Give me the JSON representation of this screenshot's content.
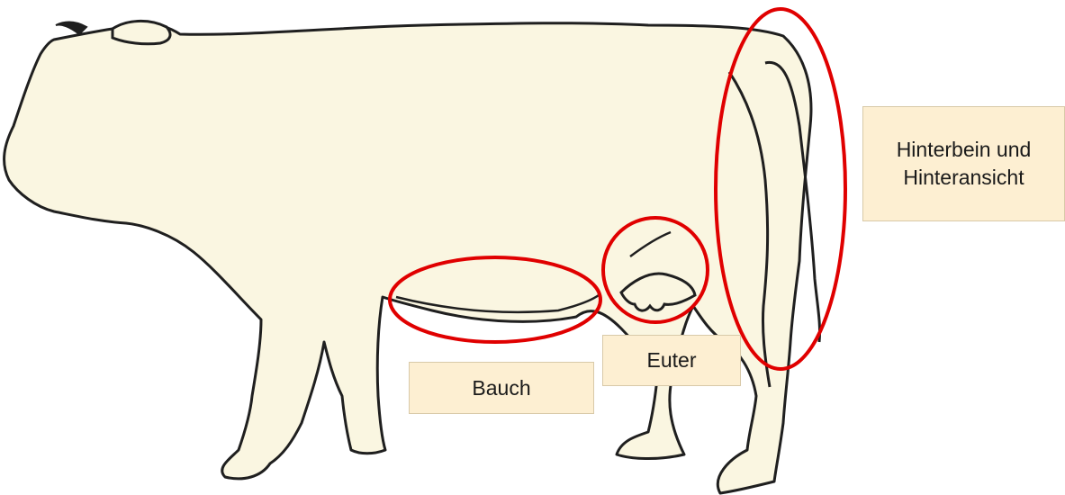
{
  "colors": {
    "cow_fill": "#faf6e1",
    "cow_outline": "#1f1f1f",
    "highlight_ring": "#e00000",
    "label_background": "#fdefd2"
  },
  "labels": {
    "belly": "Bauch",
    "udder": "Euter",
    "hind_leg": "Hinterbein und\nHinteransicht"
  }
}
